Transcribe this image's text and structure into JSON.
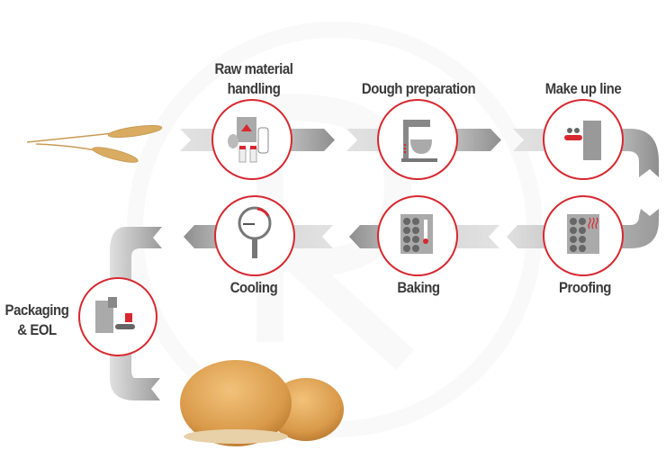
{
  "steps": {
    "raw_material": {
      "line1": "Raw material",
      "line2": "handling",
      "icon": "raw-materials-icon"
    },
    "dough": {
      "label": "Dough preparation",
      "icon": "mixer-icon"
    },
    "makeup": {
      "label": "Make up line",
      "icon": "makeup-machine-icon"
    },
    "proofing": {
      "label": "Proofing",
      "icon": "proofer-icon"
    },
    "baking": {
      "label": "Baking",
      "icon": "oven-icon"
    },
    "cooling": {
      "label": "Cooling",
      "icon": "thermometer-gauge-icon"
    },
    "packaging": {
      "line1": "Packaging",
      "line2": "& EOL",
      "icon": "packaging-machine-icon"
    }
  },
  "colors": {
    "accent": "#d7282f",
    "arrow": "#cfcfcf",
    "arrow_dark": "#8e8e8e",
    "text": "#3a3a3a"
  }
}
